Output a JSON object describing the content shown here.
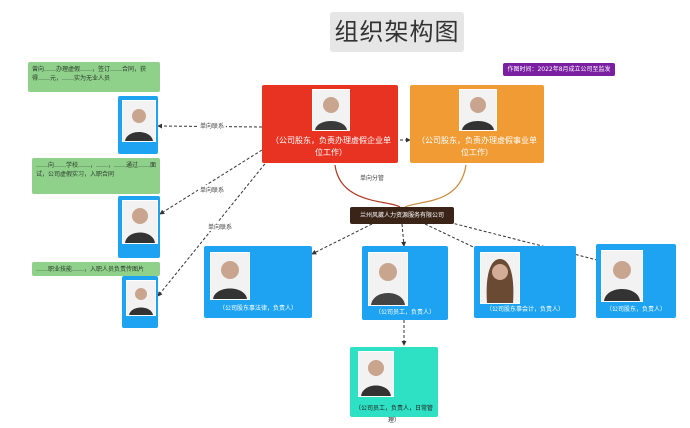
{
  "title": "组织架构图",
  "date_badge": "作图时间：2022年8月成立公司至监发",
  "company": "兰州风葳人力资源服务有限公司",
  "shareholders": [
    {
      "id": "sh-left",
      "text": "（公司股东，负责办理虚假企业单位工作）",
      "color": "#e83323"
    },
    {
      "id": "sh-right",
      "text": "（公司股东，负责办理虚假事业单位工作）",
      "color": "#f09b33"
    }
  ],
  "relation_label": "单向分管",
  "staff": [
    {
      "id": "staff-1",
      "text": "（公司股东事法律，负责人）",
      "color": "#1ea3f2"
    },
    {
      "id": "staff-2",
      "text": "（公司员工，负责人）",
      "color": "#1ea3f2"
    },
    {
      "id": "staff-3",
      "text": "（公司股东事会计，负责人）",
      "color": "#1ea3f2"
    },
    {
      "id": "staff-4",
      "text": "（公司股东，负责人）",
      "color": "#1ea3f2"
    }
  ],
  "bottom_staff": {
    "text": "（公司员工，负责人，日常管理）",
    "color": "#2ee0c4"
  },
  "left_persons": [
    {
      "id": "lp-1",
      "note": "曾向……办理虚假……，签订……合同，获得……元，……实为无业人员",
      "link": "单向联系"
    },
    {
      "id": "lp-2",
      "note": "……向……学校……，……，……通过……面试，公司虚假实习，入职合同",
      "link": "单向联系"
    },
    {
      "id": "lp-3",
      "note": "……职业技能……，入职人员负责传图片",
      "link": "单向联系"
    }
  ]
}
